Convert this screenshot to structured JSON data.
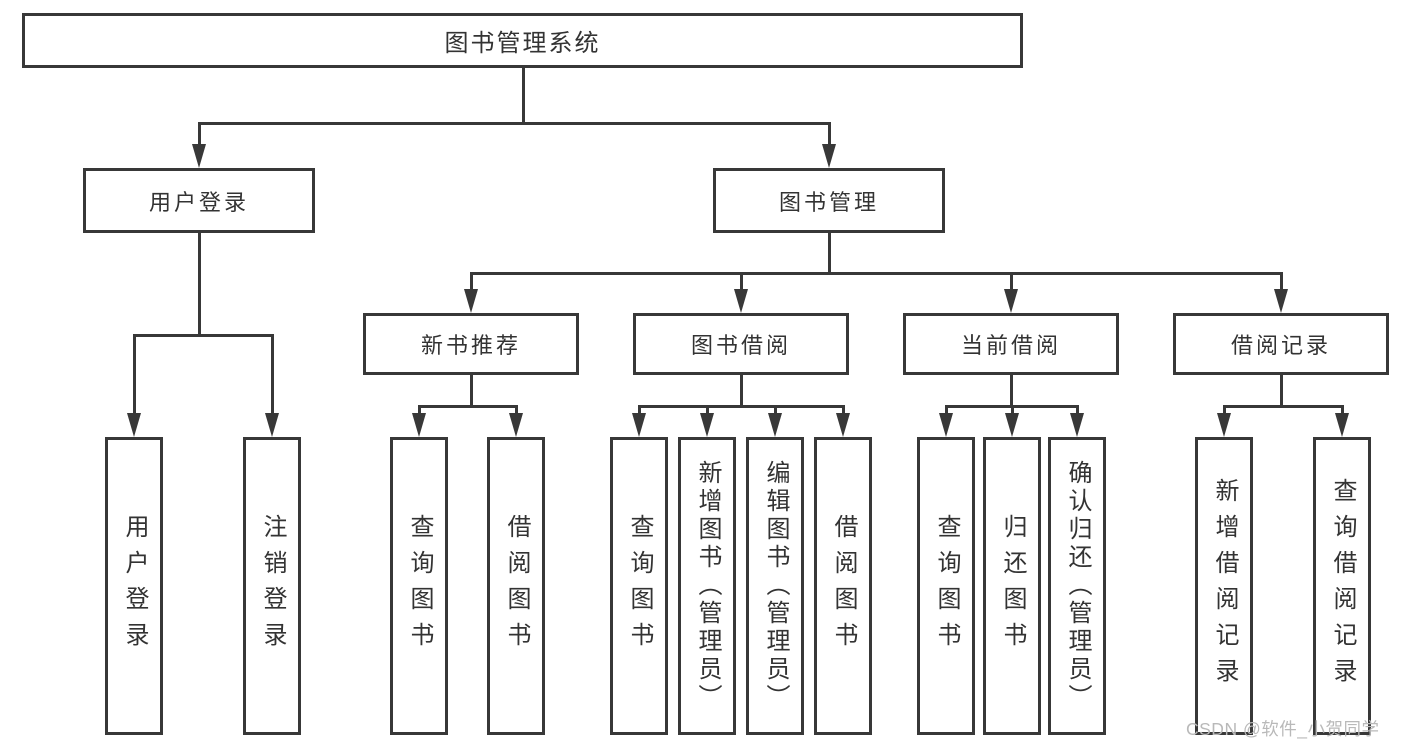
{
  "diagram": {
    "title": "图书管理系统",
    "login_branch": {
      "label": "用户登录",
      "children": [
        {
          "label": "用户登录"
        },
        {
          "label": "注销登录"
        }
      ]
    },
    "management_branch": {
      "label": "图书管理",
      "sections": [
        {
          "label": "新书推荐",
          "children": [
            {
              "label": "查询图书"
            },
            {
              "label": "借阅图书"
            }
          ]
        },
        {
          "label": "图书借阅",
          "children": [
            {
              "label": "查询图书"
            },
            {
              "label": "新增图书（管理员）"
            },
            {
              "label": "编辑图书（管理员）"
            },
            {
              "label": "借阅图书"
            }
          ]
        },
        {
          "label": "当前借阅",
          "children": [
            {
              "label": "查询图书"
            },
            {
              "label": "归还图书"
            },
            {
              "label": "确认归还（管理员）"
            }
          ]
        },
        {
          "label": "借阅记录",
          "children": [
            {
              "label": "新增借阅记录"
            },
            {
              "label": "查询借阅记录"
            }
          ]
        }
      ]
    }
  },
  "watermark": {
    "text": "CSDN @软件_小贺同学"
  },
  "colors": {
    "line": "#383838",
    "text": "#333333",
    "watermark": "#b9b9b9",
    "background": "#ffffff"
  }
}
